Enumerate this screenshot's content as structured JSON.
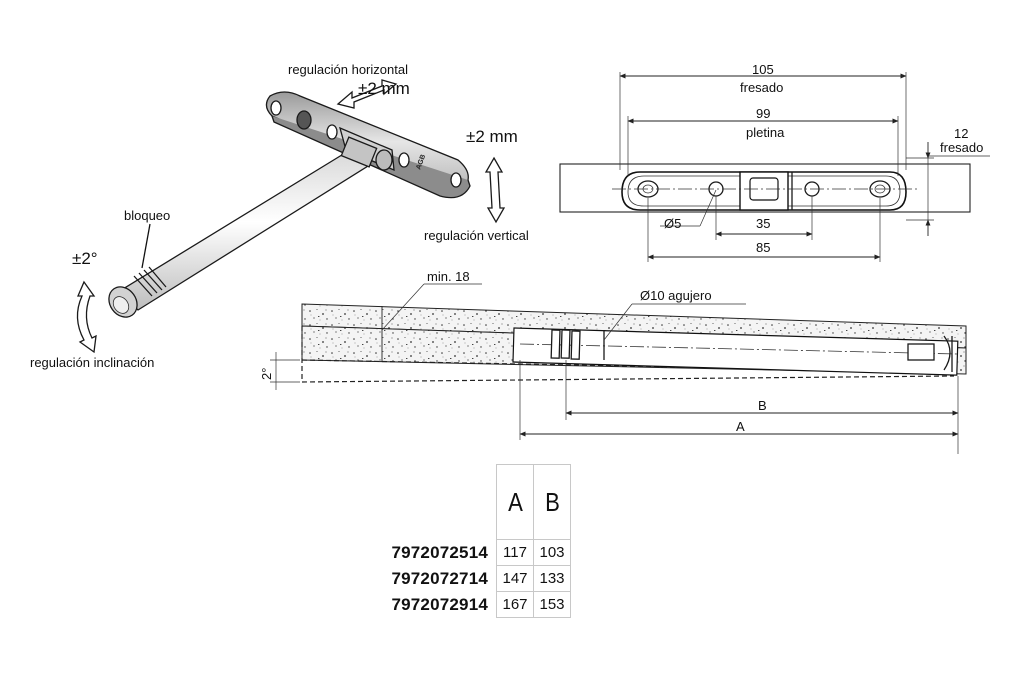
{
  "labels": {
    "horizontal_adjust": "regulación horizontal",
    "horizontal_tolerance": "±2 mm",
    "vertical_tolerance": "±2 mm",
    "vertical_adjust": "regulación vertical",
    "lock": "bloqueo",
    "tilt_tolerance": "±2°",
    "tilt_adjust": "regulación inclinación",
    "min_depth": "min. 18",
    "hole": "Ø10 agujero",
    "tilt_angle": "2°",
    "dim_B": "B",
    "dim_A": "A"
  },
  "plate_dims": {
    "milled_length": "105",
    "milled_label": "fresado",
    "plate_length": "99",
    "plate_label": "pletina",
    "milled_width": "12",
    "milled_width_label": "fresado",
    "hole_diameter": "Ø5",
    "center_spacing": "35",
    "outer_spacing": "85"
  },
  "table": {
    "columns": [
      "A",
      "B"
    ],
    "rows": [
      {
        "code": "7972072514",
        "A": "117",
        "B": "103"
      },
      {
        "code": "7972072714",
        "A": "147",
        "B": "133"
      },
      {
        "code": "7972072914",
        "A": "167",
        "B": "153"
      }
    ]
  }
}
